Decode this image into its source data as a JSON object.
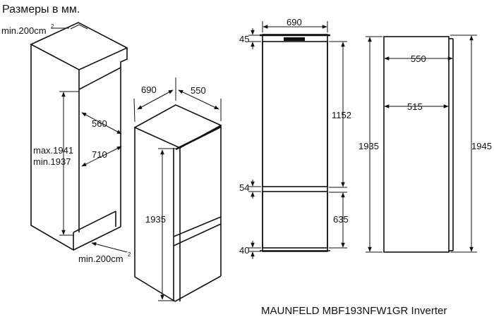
{
  "title": "Размеры в мм.",
  "caption": "MAUNFELD MBF193NFW1GR Inverter",
  "niche": {
    "vent_top": "min.200cm",
    "vent_bottom": "min.200cm",
    "vent_sup": "2",
    "height_max": "max.1941",
    "height_min": "min.1937",
    "width": "560",
    "depth": "710"
  },
  "appliance": {
    "depth": "690",
    "width": "550",
    "height": "1935"
  },
  "front_view": {
    "depth": "690",
    "top_gap": "45",
    "upper_height": "1152",
    "middle_gap": "54",
    "lower_height": "635",
    "bottom_gap": "40"
  },
  "side_view": {
    "outer_width": "550",
    "inner_width": "515",
    "body_height": "1935",
    "total_height": "1945"
  }
}
